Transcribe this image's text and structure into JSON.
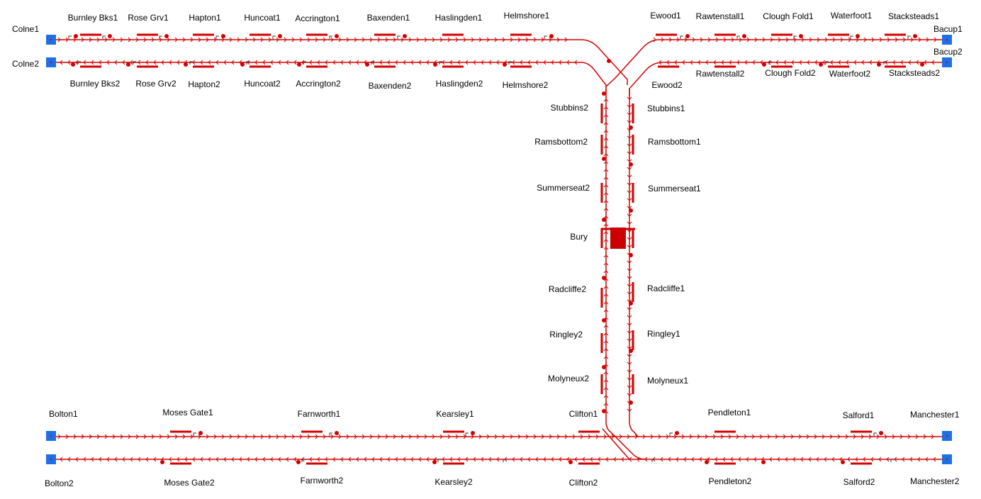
{
  "colors": {
    "track": "#d40000",
    "terminal": "#1e6fe6",
    "text": "#000000",
    "background": "#ffffff"
  },
  "terminals": {
    "colne1": "Colne1",
    "colne2": "Colne2",
    "bacup1": "Bacup1",
    "bacup2": "Bacup2",
    "bolton1": "Bolton1",
    "bolton2": "Bolton2",
    "manchester1": "Manchester1",
    "manchester2": "Manchester2"
  },
  "stations": {
    "burnley_bks1": "Burnley Bks1",
    "rose_grv1": "Rose Grv1",
    "hapton1": "Hapton1",
    "huncoat1": "Huncoat1",
    "accrington1": "Accrington1",
    "baxenden1": "Baxenden1",
    "haslingden1": "Haslingden1",
    "helmshore1": "Helmshore1",
    "burnley_bks2": "Burnley Bks2",
    "rose_grv2": "Rose Grv2",
    "hapton2": "Hapton2",
    "huncoat2": "Huncoat2",
    "accrington2": "Accrington2",
    "baxenden2": "Baxenden2",
    "haslingden2": "Haslingden2",
    "helmshore2": "Helmshore2",
    "ewood1": "Ewood1",
    "rawtenstall1": "Rawtenstall1",
    "clough_fold1": "Clough Fold1",
    "waterfoot1": "Waterfoot1",
    "stacksteads1": "Stacksteads1",
    "ewood2": "Ewood2",
    "rawtenstall2": "Rawtenstall2",
    "clough_fold2": "Clough Fold2",
    "waterfoot2": "Waterfoot2",
    "stacksteads2": "Stacksteads2",
    "stubbins1": "Stubbins1",
    "stubbins2": "Stubbins2",
    "ramsbottom1": "Ramsbottom1",
    "ramsbottom2": "Ramsbottom2",
    "summerseat1": "Summerseat1",
    "summerseat2": "Summerseat2",
    "bury": "Bury",
    "radcliffe1": "Radcliffe1",
    "radcliffe2": "Radcliffe2",
    "ringley1": "Ringley1",
    "ringley2": "Ringley2",
    "molyneux1": "Molyneux1",
    "molyneux2": "Molyneux2",
    "moses_gate1": "Moses Gate1",
    "farnworth1": "Farnworth1",
    "kearsley1": "Kearsley1",
    "clifton1": "Clifton1",
    "pendleton1": "Pendleton1",
    "salford1": "Salford1",
    "moses_gate2": "Moses Gate2",
    "farnworth2": "Farnworth2",
    "kearsley2": "Kearsley2",
    "clifton2": "Clifton2",
    "pendleton2": "Pendleton2",
    "salford2": "Salford2"
  }
}
